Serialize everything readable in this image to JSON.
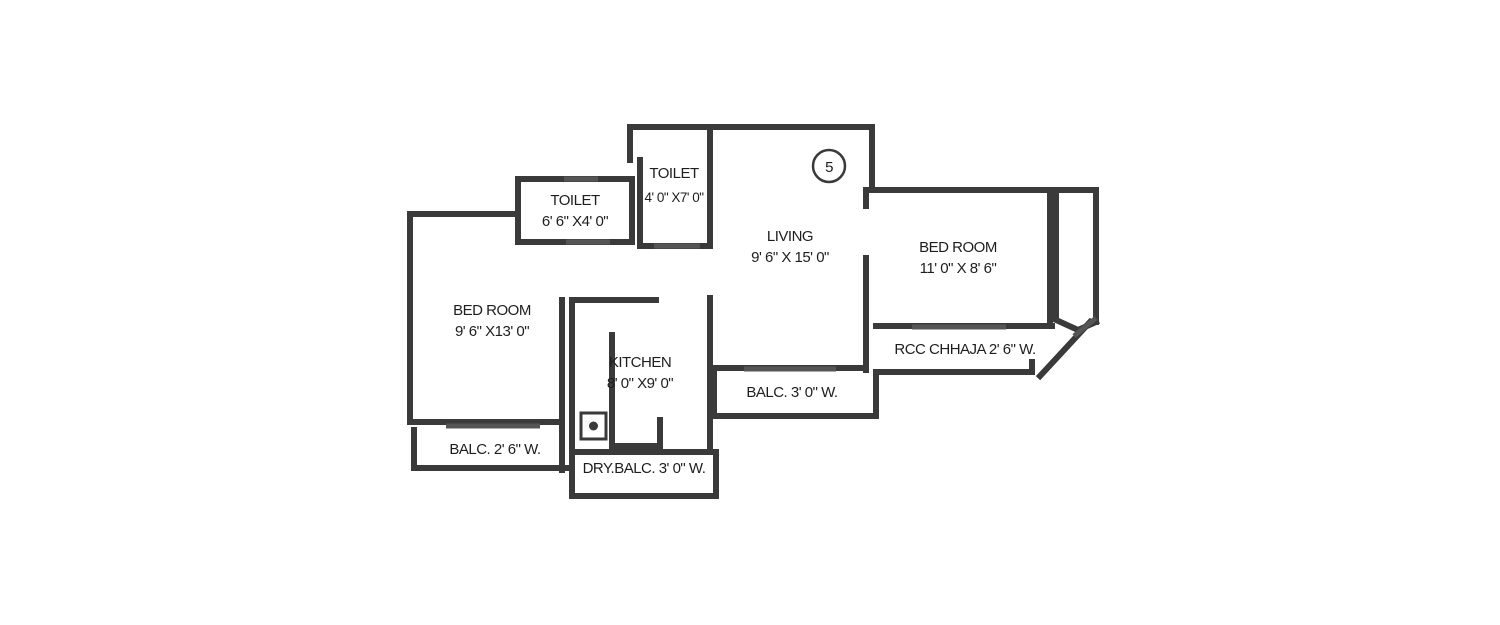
{
  "rooms": {
    "toilet_1": {
      "name": "TOILET",
      "size": "6' 6\" X4' 0\""
    },
    "toilet_2": {
      "name": "TOILET",
      "size": "4' 0\" X7' 0\""
    },
    "living": {
      "name": "LIVING",
      "size": "9' 6\" X 15' 0\""
    },
    "bedroom_right": {
      "name": "BED ROOM",
      "size": "11' 0\" X 8' 6\""
    },
    "bedroom_left": {
      "name": "BED ROOM",
      "size": "9' 6\" X13' 0\""
    },
    "kitchen": {
      "name": "KITCHEN",
      "size": "8' 0\" X9' 0\""
    }
  },
  "balconies": {
    "balc_left": "BALC. 2' 6\" W.",
    "dry_balc": "DRY.BALC. 3' 0\" W.",
    "balc_living": "BALC. 3' 0\" W.",
    "chhaja": "RCC CHHAJA 2' 6\" W."
  },
  "marker": {
    "label": "5"
  },
  "colors": {
    "wall": "#3a3a3a",
    "text": "#1e1e1e",
    "background": "#ffffff"
  }
}
